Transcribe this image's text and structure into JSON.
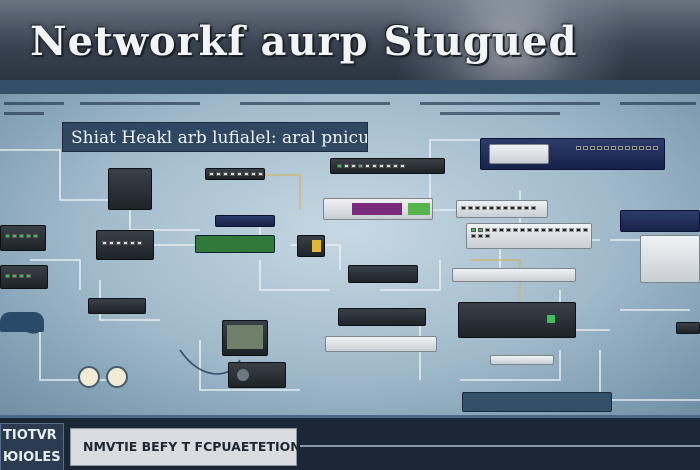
{
  "banner": {
    "title": "Networkf aurp Stugued"
  },
  "board": {
    "caption": "Shiat Heakl arb lufialel: aral pnicuta"
  },
  "footer": {
    "left_line1": "ТIOTVR",
    "left_line2": "ЮIOLES",
    "middle_label": "NMVTIE BEFY T FCPUAETETION"
  },
  "colors": {
    "banner_bg": "#3b4452",
    "board_bg": "#a9c1d1",
    "wire": "#e7ecef",
    "caption_bg": "#2f4760",
    "footer_bg": "#1b2736"
  },
  "icons": [
    "switch-icon",
    "router-icon",
    "server-icon",
    "monitor-icon",
    "patch-panel-icon",
    "firewall-icon",
    "cable-icon"
  ]
}
